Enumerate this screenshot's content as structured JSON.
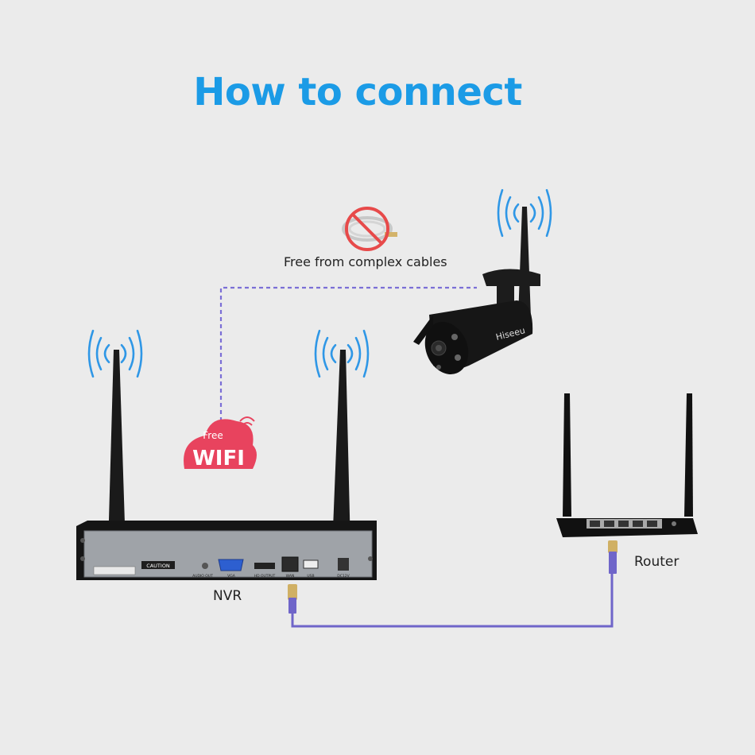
{
  "title": "How to connect",
  "colors": {
    "title": "#1b9be6",
    "wifi_waves": "#2f97e6",
    "dashed_line": "#7b6fd6",
    "cable": "#6f65c9",
    "device_black": "#111111",
    "device_panel": "#9a9ea3",
    "wifi_badge": "#e8435e"
  },
  "labels": {
    "free_cables": "Free from complex cables",
    "nvr": "NVR",
    "router": "Router"
  },
  "wifi_badge": {
    "top_text": "Free",
    "main_text": "WIFI"
  },
  "camera": {
    "brand": "Hiseeu"
  },
  "nvr_panel": {
    "caution": "CAUTION",
    "ports": [
      "AUDIO OUT",
      "VGA",
      "HD OUTPUT",
      "WAN",
      "USB",
      "DC12V"
    ]
  }
}
